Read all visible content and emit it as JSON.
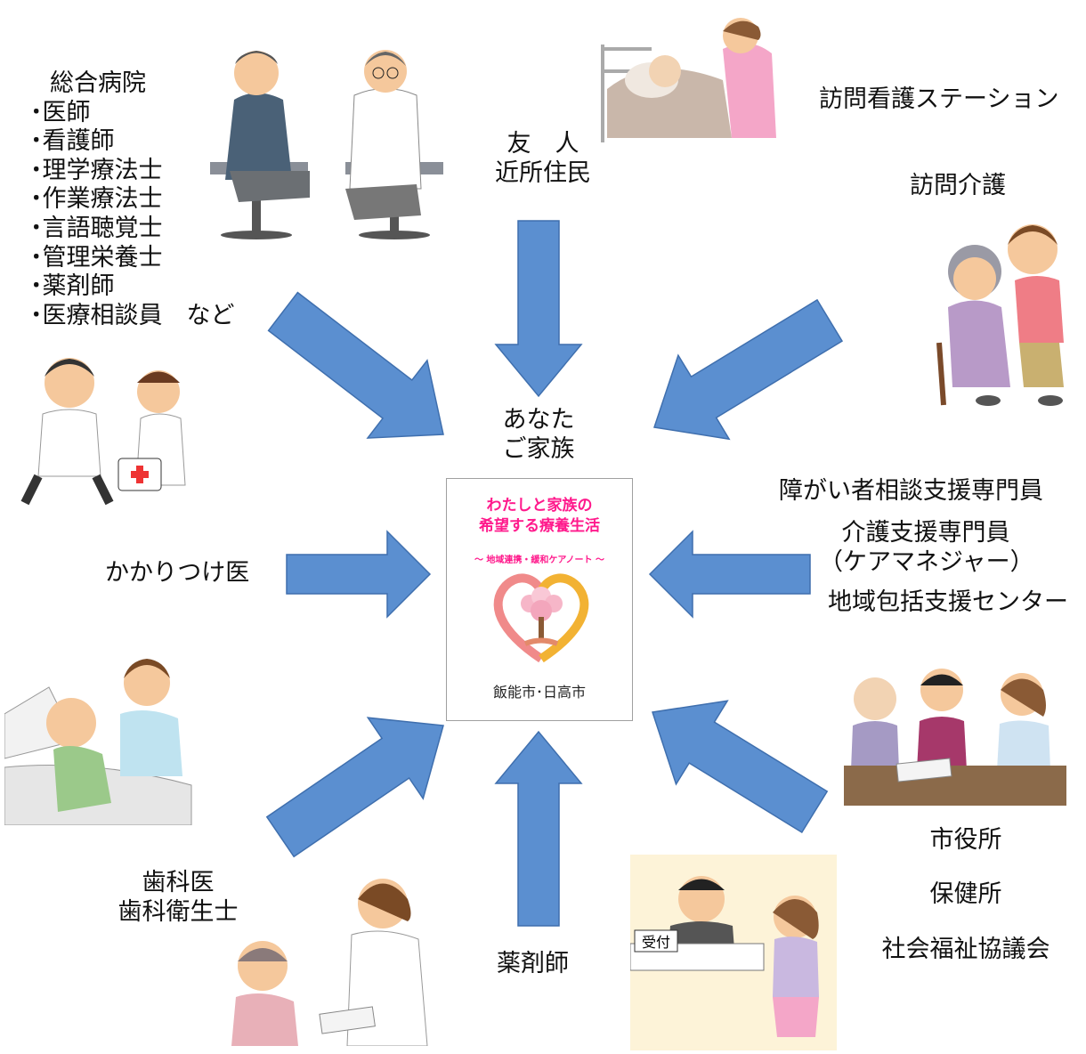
{
  "center": {
    "you_line1": "あなた",
    "you_line2": "ご家族",
    "note_title_line1": "わたしと家族の",
    "note_title_line2": "希望する療養生活",
    "note_subtitle": "～ 地域連携・緩和ケアノート ～",
    "note_city": "飯能市･日高市"
  },
  "hospital": {
    "title": "総合病院",
    "items": [
      "医師",
      "看護師",
      "理学療法士",
      "作業療法士",
      "言語聴覚士",
      "管理栄養士",
      "薬剤師",
      "医療相談員　など"
    ]
  },
  "friends": {
    "line1": "友　人",
    "line2": "近所住民"
  },
  "home_nursing": "訪問看護ステーション",
  "home_care": "訪問介護",
  "support": {
    "disability": "障がい者相談支援専門員",
    "care_manager": "介護支援専門員",
    "care_manager_alias": "（ケアマネジャー）",
    "center": "地域包括支援センター"
  },
  "family_doctor": "かかりつけ医",
  "dental": {
    "line1": "歯科医",
    "line2": "歯科衛生士"
  },
  "pharmacist": "薬剤師",
  "public": {
    "city_hall": "市役所",
    "health_center": "保健所",
    "welfare_council": "社会福祉協議会"
  },
  "reception_sign": "受付",
  "colors": {
    "arrow_fill": "#5b8fd0",
    "arrow_stroke": "#3f6fae",
    "note_title": "#ff1a8c"
  }
}
